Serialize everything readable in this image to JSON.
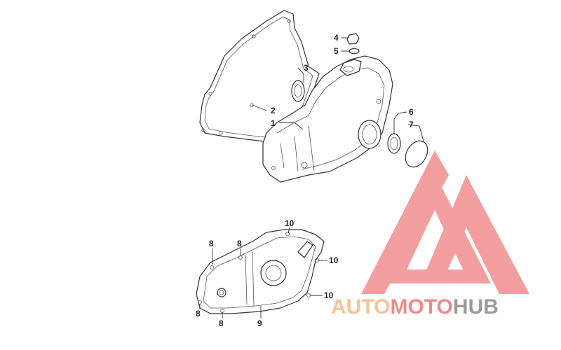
{
  "diagram": {
    "callouts": {
      "c1": "1",
      "c2": "2",
      "c3": "3",
      "c4": "4",
      "c5": "5",
      "c6": "6",
      "c7": "7",
      "c8a": "8",
      "c8b": "8",
      "c8c": "8",
      "c8d": "8",
      "c9": "9",
      "c10a": "10",
      "c10b": "10",
      "c10c": "10"
    }
  },
  "watermark": {
    "part1": "AUTO",
    "part2": "MOTO",
    "part3": "HUB",
    "colors": {
      "auto": "#f5c29a",
      "moto": "#f08a8a",
      "hub": "#9a9a9a",
      "logo": "#f28f8f"
    }
  }
}
